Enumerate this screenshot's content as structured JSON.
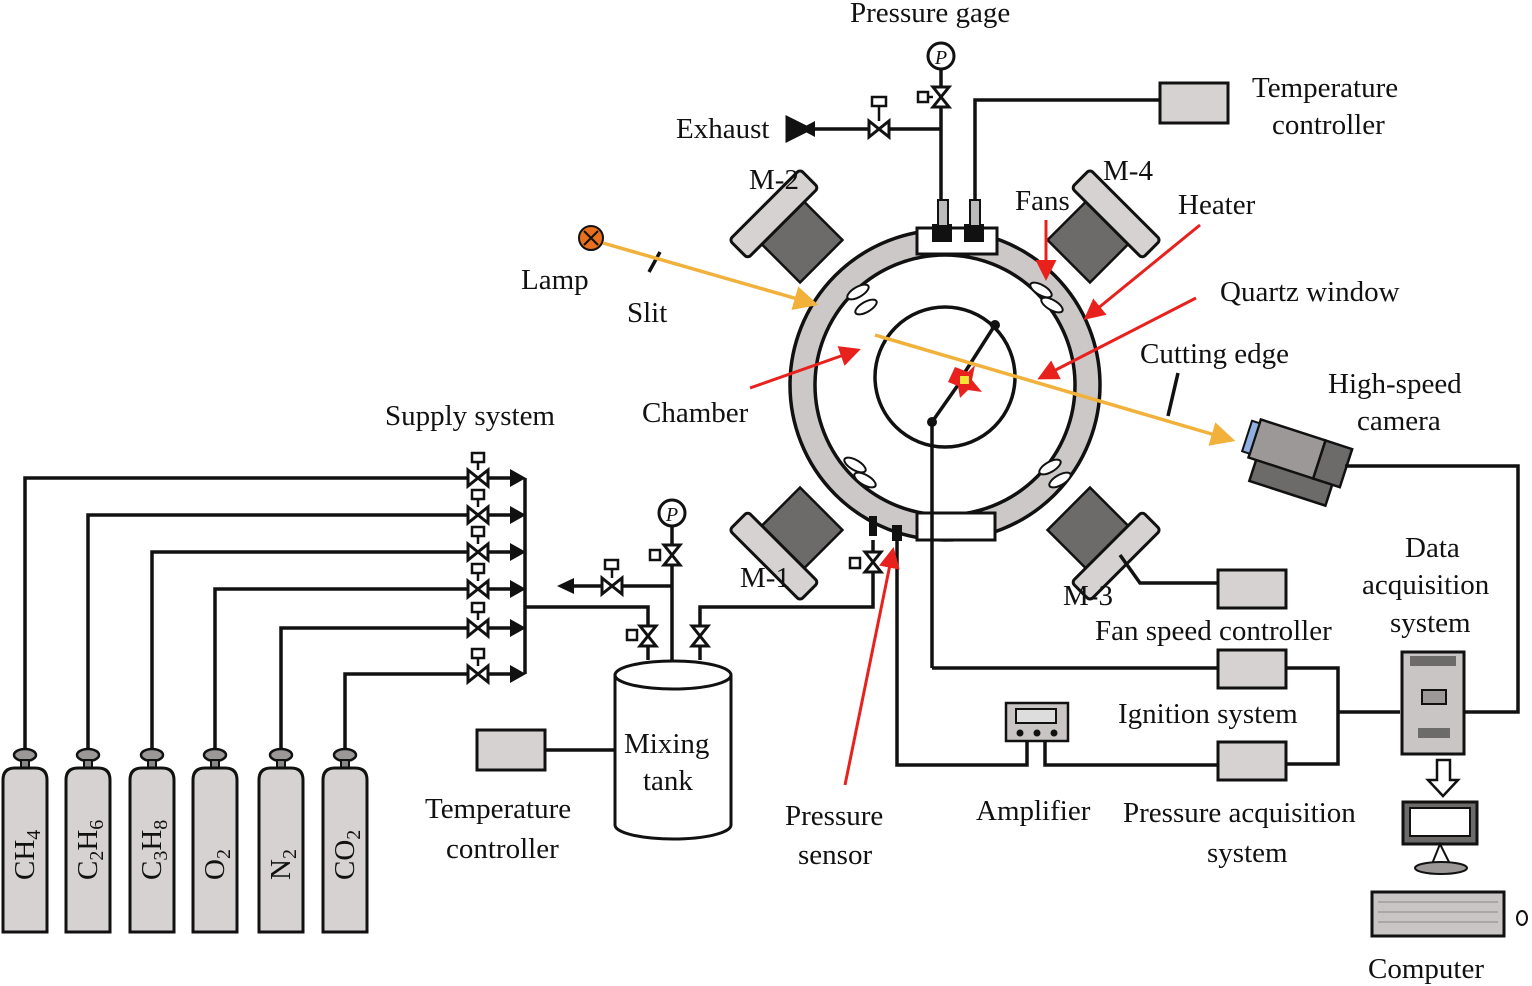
{
  "labels": {
    "pressure_gage": "Pressure gage",
    "exhaust": "Exhaust",
    "temperature_controller_top_1": "Temperature",
    "temperature_controller_top_2": "controller",
    "m2": "M-2",
    "m4": "M-4",
    "m1": "M-1",
    "m3": "M-3",
    "fans": "Fans",
    "heater": "Heater",
    "quartz_window": "Quartz window",
    "lamp": "Lamp",
    "slit": "Slit",
    "cutting_edge": "Cutting edge",
    "chamber": "Chamber",
    "high_speed_camera_1": "High-speed",
    "high_speed_camera_2": "camera",
    "supply_system": "Supply system",
    "data_acq_1": "Data",
    "data_acq_2": "acquisition",
    "data_acq_3": "system",
    "fan_speed_controller": "Fan speed controller",
    "ignition_system": "Ignition system",
    "mixing_tank_1": "Mixing",
    "mixing_tank_2": "tank",
    "temperature_controller_bottom_1": "Temperature",
    "temperature_controller_bottom_2": "controller",
    "pressure_sensor_1": "Pressure",
    "pressure_sensor_2": "sensor",
    "amplifier": "Amplifier",
    "pressure_acq_1": "Pressure acquisition",
    "pressure_acq_2": "system",
    "computer": "Computer",
    "gauge_symbol": "P"
  },
  "cylinders": [
    {
      "base": "CH",
      "sub1": "4",
      "sub2": ""
    },
    {
      "base": "C",
      "sub1": "2",
      "mid": "H",
      "sub2": "6"
    },
    {
      "base": "C",
      "sub1": "3",
      "mid": "H",
      "sub2": "8"
    },
    {
      "base": "O",
      "sub1": "2",
      "sub2": ""
    },
    {
      "base": "N",
      "sub1": "2",
      "sub2": ""
    },
    {
      "base": "CO",
      "sub1": "2",
      "sub2": ""
    }
  ],
  "colors": {
    "beam": "#f2b13a",
    "pointer": "#e8211d",
    "equipment": "#d6d2d2",
    "flame": "#e8211d",
    "flame_core": "#f5e33a",
    "lamp": "#e8701d"
  }
}
